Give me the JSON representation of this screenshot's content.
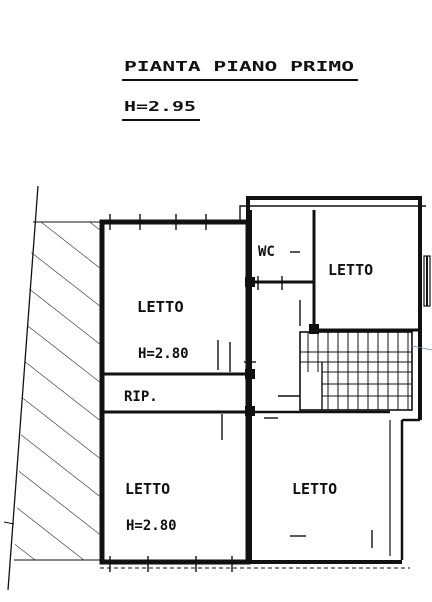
{
  "header": {
    "title": "PIANTA PIANO PRIMO",
    "height": "H=2.95"
  },
  "rooms": {
    "bedroom_top_left": {
      "label": "LETTO",
      "height": "H=2.80"
    },
    "storage": {
      "label": "RIP."
    },
    "bedroom_bottom_left": {
      "label": "LETTO",
      "height": "H=2.80"
    },
    "wc": {
      "label": "WC"
    },
    "bedroom_top_right": {
      "label": "LETTO"
    },
    "bedroom_bottom_right": {
      "label": "LETTO"
    }
  },
  "colors": {
    "ink": "#111111",
    "background": "#ffffff"
  }
}
